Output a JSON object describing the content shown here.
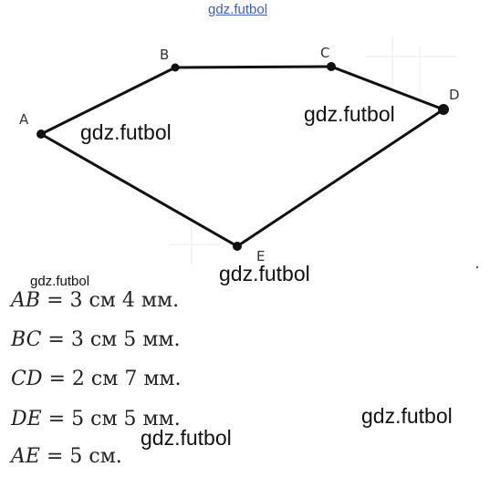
{
  "watermarks": {
    "top": "gdz.futbol",
    "near_a": "gdz.futbol",
    "near_d": "gdz.futbol",
    "below_e": "gdz.futbol",
    "above_list": "gdz.futbol",
    "right_of_list": "gdz.futbol",
    "bottom": "gdz.futbol"
  },
  "points": {
    "A": "A",
    "B": "B",
    "C": "C",
    "D": "D",
    "E": "E"
  },
  "measurements": [
    {
      "segment": "AB",
      "text": "= 3 см 4 мм."
    },
    {
      "segment": "BC",
      "text": "= 3 см 5 мм."
    },
    {
      "segment": "CD",
      "text": "= 2 см 7 мм."
    },
    {
      "segment": "DE",
      "text": "= 5 см 5 мм."
    },
    {
      "segment": "AE",
      "text": "= 5 см."
    }
  ],
  "colors": {
    "stroke": "#111111",
    "watermark_link": "#3f5fc2"
  }
}
